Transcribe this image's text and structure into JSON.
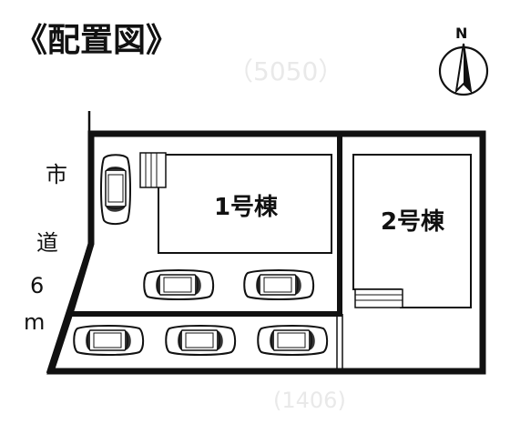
{
  "title": "《配置図》",
  "compass": {
    "label": "N"
  },
  "road_label": [
    "市",
    "道",
    "6",
    "m"
  ],
  "buildings": [
    {
      "id": "1",
      "label": "1号棟"
    },
    {
      "id": "2",
      "label": "2号棟"
    }
  ],
  "parking_spaces": 6,
  "colors": {
    "line": "#111111",
    "background": "#ffffff",
    "watermark": "#e6e6e6"
  }
}
